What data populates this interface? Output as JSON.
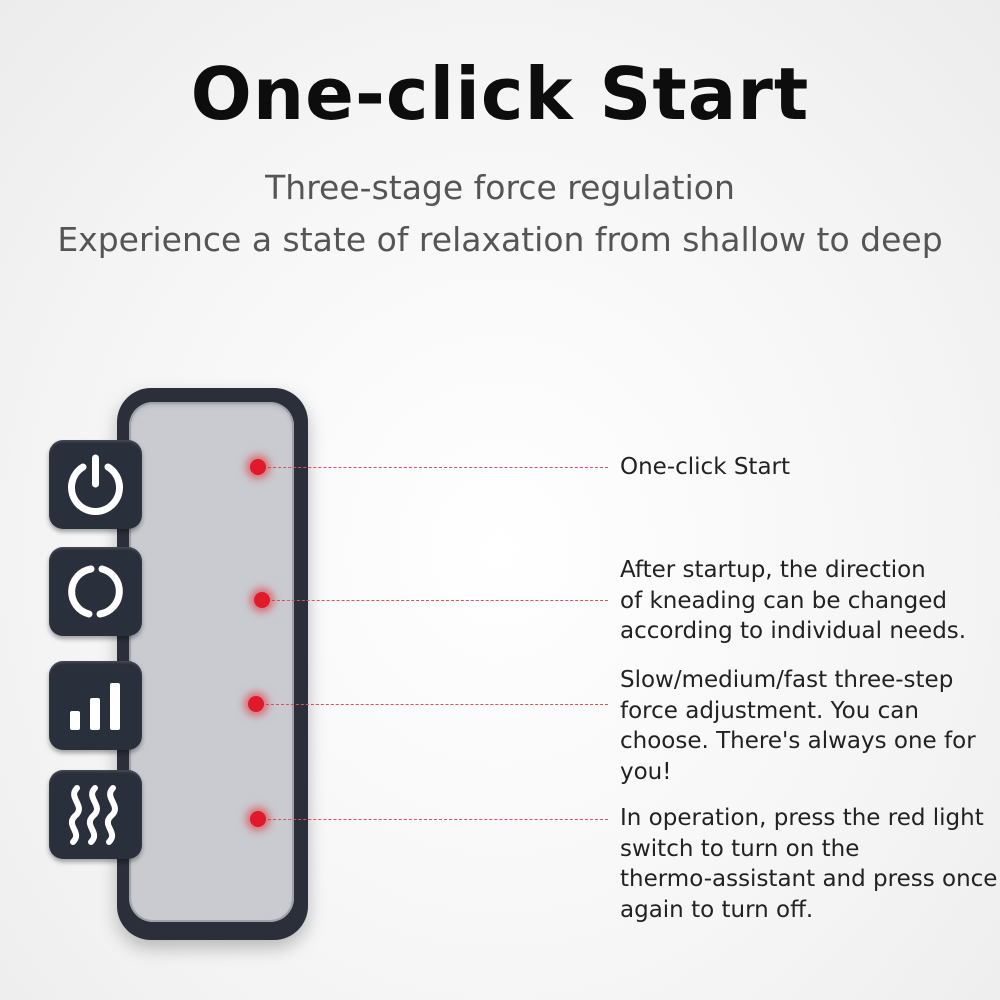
{
  "header": {
    "title": "One-click Start",
    "subtitle_line1": "Three-stage force regulation",
    "subtitle_line2": "Experience a state of relaxation from shallow to deep"
  },
  "remote": {
    "buttons": [
      {
        "icon": "power-icon"
      },
      {
        "icon": "rotate-direction-icon"
      },
      {
        "icon": "signal-bars-icon"
      },
      {
        "icon": "heat-waves-icon"
      }
    ],
    "indicator_color": "#e01a2a"
  },
  "callouts": [
    {
      "lines": [
        "One-click Start"
      ]
    },
    {
      "lines": [
        "After startup, the direction",
        "of kneading can be changed",
        "according to individual needs."
      ]
    },
    {
      "lines": [
        "Slow/medium/fast three-step",
        "force adjustment. You can",
        "choose. There's always one for",
        "you!"
      ]
    },
    {
      "lines": [
        "In operation, press the red light",
        "switch to turn on the",
        "thermo-assistant and press once",
        "again to turn off."
      ]
    }
  ]
}
